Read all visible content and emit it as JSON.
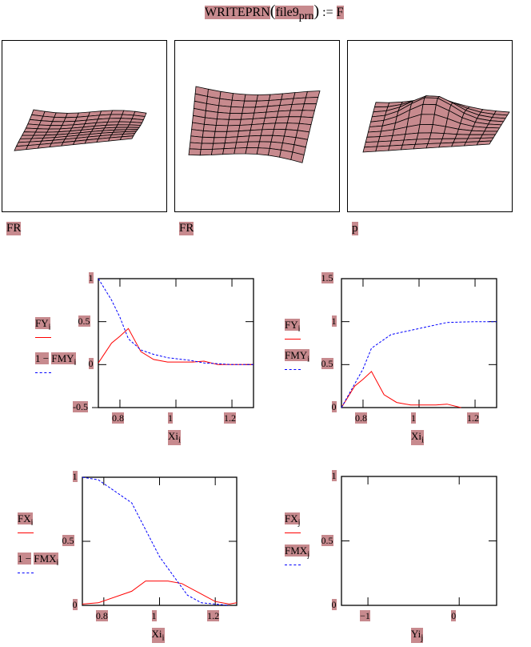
{
  "equation": {
    "func": "WRITEPRN",
    "arg": "file9",
    "arg_sub": "prn",
    "assign": ":=",
    "rhs": "F"
  },
  "surface_labels": [
    "FR",
    "FR",
    "p"
  ],
  "colors": {
    "highlight": "#c78a8e",
    "fy": "#ff0000",
    "fmy": "#0000ff",
    "surface": "#c78a8e"
  },
  "chart_data": [
    {
      "type": "line",
      "xlabel": "Xi",
      "xlabel_sub": "i",
      "xlim": [
        0.723,
        1.277
      ],
      "ylim": [
        -0.5,
        1
      ],
      "xticks": [
        "0.8",
        "1",
        "1.2"
      ],
      "xtick_values": [
        0.8,
        1,
        1.2
      ],
      "yticks": [
        "1",
        "0.5",
        "0",
        "-0.5"
      ],
      "ytick_values": [
        1,
        0.5,
        0,
        -0.5
      ],
      "legend": [
        {
          "name": "FY",
          "sub": "i",
          "prefix": "",
          "color": "#ff0000",
          "style": "solid"
        },
        {
          "name": "FMY",
          "sub": "i",
          "prefix": "1 −",
          "color": "#0000ff",
          "style": "dashed"
        }
      ],
      "series": [
        {
          "name": "FY",
          "x": [
            0.723,
            0.77,
            0.8,
            0.83,
            0.875,
            0.92,
            0.97,
            1.0,
            1.06,
            1.1,
            1.15,
            1.2,
            1.277
          ],
          "y": [
            0.02,
            0.25,
            0.33,
            0.42,
            0.15,
            0.06,
            0.03,
            0.03,
            0.03,
            0.04,
            0.0,
            0.0,
            0.0
          ]
        },
        {
          "name": "1-FMY",
          "x": [
            0.723,
            0.77,
            0.8,
            0.83,
            0.875,
            0.92,
            0.97,
            1.05,
            1.1,
            1.2,
            1.277
          ],
          "y": [
            1,
            0.75,
            0.55,
            0.3,
            0.17,
            0.12,
            0.08,
            0.05,
            0.02,
            0,
            0
          ]
        }
      ]
    },
    {
      "type": "line",
      "xlabel": "Xi",
      "xlabel_sub": "i",
      "xlim": [
        0.723,
        1.277
      ],
      "ylim": [
        0,
        1.5
      ],
      "xticks": [
        "0.8",
        "1",
        "1.2"
      ],
      "xtick_values": [
        0.8,
        1,
        1.2
      ],
      "yticks": [
        "1.5",
        "1",
        "0.5",
        "0"
      ],
      "ytick_values": [
        1.5,
        1,
        0.5,
        0
      ],
      "legend": [
        {
          "name": "FY",
          "sub": "i",
          "prefix": "",
          "color": "#ff0000",
          "style": "solid"
        },
        {
          "name": "FMY",
          "sub": "i",
          "prefix": "",
          "color": "#0000ff",
          "style": "dashed"
        }
      ],
      "series": [
        {
          "name": "FY",
          "x": [
            0.723,
            0.77,
            0.8,
            0.83,
            0.875,
            0.92,
            0.97,
            1.0,
            1.06,
            1.1,
            1.15
          ],
          "y": [
            0.0,
            0.25,
            0.33,
            0.42,
            0.15,
            0.06,
            0.03,
            0.03,
            0.03,
            0.04,
            0.0
          ]
        },
        {
          "name": "FMY",
          "x": [
            0.723,
            0.8,
            0.83,
            0.9,
            1.0,
            1.1,
            1.2,
            1.277
          ],
          "y": [
            0,
            0.45,
            0.69,
            0.85,
            0.92,
            0.99,
            1,
            1
          ]
        }
      ]
    },
    {
      "type": "line",
      "xlabel": "Xi",
      "xlabel_sub": "i",
      "xlim": [
        0.723,
        1.277
      ],
      "ylim": [
        0,
        1
      ],
      "xticks": [
        "0.8",
        "1",
        "1.2"
      ],
      "xtick_values": [
        0.8,
        1,
        1.2
      ],
      "yticks": [
        "1",
        "0.5",
        "0"
      ],
      "ytick_values": [
        1,
        0.5,
        0
      ],
      "legend": [
        {
          "name": "FX",
          "sub": "i",
          "prefix": "",
          "color": "#ff0000",
          "style": "solid"
        },
        {
          "name": "FMX",
          "sub": "i",
          "prefix": "1 −",
          "color": "#0000ff",
          "style": "dashed"
        }
      ],
      "series": [
        {
          "name": "FX",
          "x": [
            0.723,
            0.78,
            0.9,
            0.95,
            1.03,
            1.08,
            1.2,
            1.25,
            1.277
          ],
          "y": [
            0.01,
            0.02,
            0.11,
            0.19,
            0.19,
            0.17,
            0.03,
            0.01,
            0.02
          ]
        },
        {
          "name": "1-FMX",
          "x": [
            0.723,
            0.78,
            0.9,
            1.0,
            1.1,
            1.15,
            1.2,
            1.25
          ],
          "y": [
            1,
            0.98,
            0.8,
            0.38,
            0.08,
            0.02,
            0.01,
            0.0
          ]
        }
      ]
    },
    {
      "type": "line",
      "xlabel": "Yi",
      "xlabel_sub": "j",
      "xlim": [
        -1.29,
        0.41
      ],
      "ylim": [
        0,
        1
      ],
      "xticks": [
        "−1",
        "0"
      ],
      "xtick_values": [
        -1,
        0
      ],
      "yticks": [
        "1",
        "0.5",
        "0"
      ],
      "ytick_values": [
        1,
        0.5,
        0
      ],
      "legend": [
        {
          "name": "FX",
          "sub": "j",
          "prefix": "",
          "color": "#ff0000",
          "style": "solid"
        },
        {
          "name": "FMX",
          "sub": "j",
          "prefix": "",
          "color": "#0000ff",
          "style": "dashed"
        }
      ],
      "series": []
    }
  ]
}
